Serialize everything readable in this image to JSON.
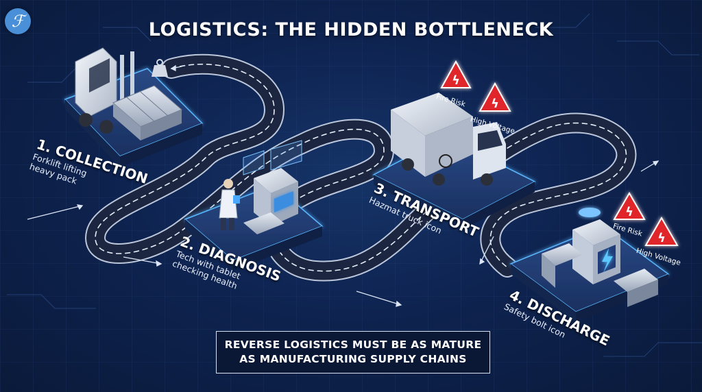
{
  "title": "LOGISTICS: THE HIDDEN BOTTLENECK",
  "logo_glyph": "ℱ",
  "steps": [
    {
      "heading": "1. COLLECTION",
      "lines": [
        "Forklift lifting",
        "heavy pack"
      ]
    },
    {
      "heading": "2. DIAGNOSIS",
      "lines": [
        "Tech with tablet",
        "checking health"
      ]
    },
    {
      "heading": "3. TRANSPORT",
      "lines": [
        "Hazmat truck icon"
      ]
    },
    {
      "heading": "4. DISCHARGE",
      "lines": [
        "Safety bolt icon"
      ]
    }
  ],
  "warnings": {
    "fire_risk": "Fire Risk",
    "high_voltage": "High Voltage"
  },
  "callout": {
    "line1": "REVERSE LOGISTICS MUST BE AS MATURE",
    "line2": "AS MANUFACTURING SUPPLY CHAINS"
  },
  "colors": {
    "background": "#0e2350",
    "road": "#1c2640",
    "platform_glow": "#4aa8ff",
    "warning_red": "#e0262b",
    "accent_blue": "#4a90d9"
  }
}
